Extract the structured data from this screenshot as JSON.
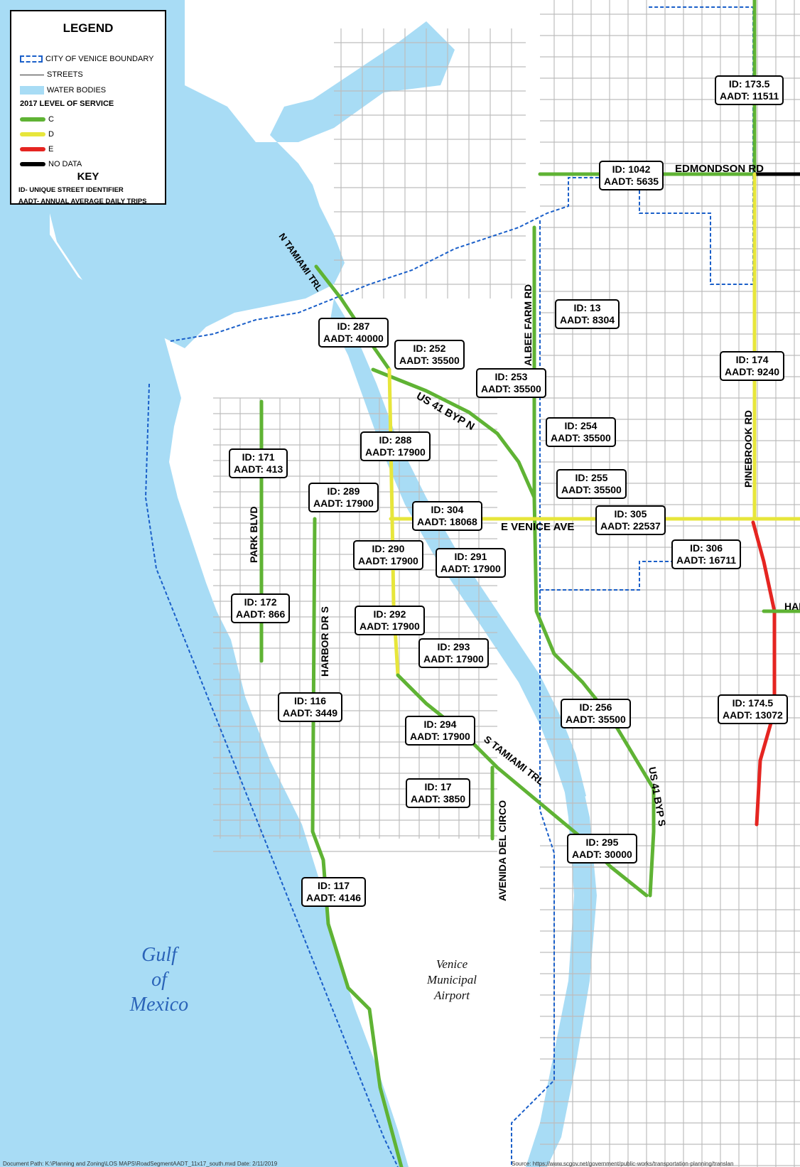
{
  "legend": {
    "title": "LEGEND",
    "boundary": "CITY OF VENICE BOUNDARY",
    "streets": "STREETS",
    "water": "WATER BODIES",
    "los_title": "2017 LEVEL OF SERVICE",
    "los": [
      {
        "label": "C",
        "color": "#5fb334"
      },
      {
        "label": "D",
        "color": "#e7e63b"
      },
      {
        "label": "E",
        "color": "#e52521"
      },
      {
        "label": "NO DATA",
        "color": "#000000"
      }
    ],
    "key_title": "KEY",
    "key_id": "ID- UNIQUE STREET IDENTIFIER",
    "key_aadt": "AADT- ANNUAL AVERAGE DAILY TRIPS"
  },
  "colors": {
    "water": "#a8dcf5",
    "land": "#ffffff",
    "street": "#bdbdbd",
    "boundary": "#1a5fc9"
  },
  "segments": [
    {
      "id": "173.5",
      "aadt": "11511"
    },
    {
      "id": "1042",
      "aadt": "5635"
    },
    {
      "id": "13",
      "aadt": "8304"
    },
    {
      "id": "174",
      "aadt": "9240"
    },
    {
      "id": "287",
      "aadt": "40000"
    },
    {
      "id": "252",
      "aadt": "35500"
    },
    {
      "id": "253",
      "aadt": "35500"
    },
    {
      "id": "254",
      "aadt": "35500"
    },
    {
      "id": "288",
      "aadt": "17900"
    },
    {
      "id": "171",
      "aadt": "413"
    },
    {
      "id": "255",
      "aadt": "35500"
    },
    {
      "id": "289",
      "aadt": "17900"
    },
    {
      "id": "304",
      "aadt": "18068"
    },
    {
      "id": "305",
      "aadt": "22537"
    },
    {
      "id": "306",
      "aadt": "16711"
    },
    {
      "id": "290",
      "aadt": "17900"
    },
    {
      "id": "291",
      "aadt": "17900"
    },
    {
      "id": "172",
      "aadt": "866"
    },
    {
      "id": "292",
      "aadt": "17900"
    },
    {
      "id": "293",
      "aadt": "17900"
    },
    {
      "id": "256",
      "aadt": "35500"
    },
    {
      "id": "174.5",
      "aadt": "13072"
    },
    {
      "id": "116",
      "aadt": "3449"
    },
    {
      "id": "294",
      "aadt": "17900"
    },
    {
      "id": "17",
      "aadt": "3850"
    },
    {
      "id": "295",
      "aadt": "30000"
    },
    {
      "id": "117",
      "aadt": "4146"
    }
  ],
  "road_labels": {
    "n_tamiami": "N TAMIAMI TRL",
    "edmondson": "EDMONDSON RD",
    "albee": "ALBEE FARM RD",
    "us41n": "US 41 BYP N",
    "pinebrook": "PINEBROOK RD",
    "park": "PARK BLVD",
    "evenice": "E VENICE AVE",
    "harbor": "HARBOR DR S",
    "s_tamiami": "S TAMIAMI TRL",
    "avenida": "AVENIDA DEL CIRCO",
    "us41s": "US 41 BYP S",
    "har": "HAR"
  },
  "place_labels": {
    "gulf1": "Gulf",
    "gulf2": "of",
    "gulf3": "Mexico",
    "airport1": "Venice",
    "airport2": "Municipal",
    "airport3": "Airport"
  },
  "footer": {
    "path": "Document Path: K:\\Planning and Zoning\\LOS MAPS\\RoadSegmentAADT_11x17_south.mxd   Date: 2/11/2019",
    "source": "Source: https://www.scgov.net/government/public-works/transportation-planning/translan"
  }
}
